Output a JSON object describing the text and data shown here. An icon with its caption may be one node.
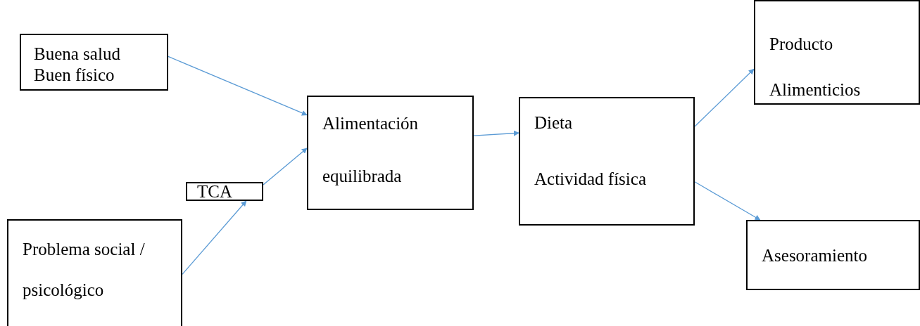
{
  "diagram": {
    "nodes": [
      {
        "text": [
          "Buena salud",
          "Buen físico"
        ]
      },
      {
        "text": [
          "TCA"
        ]
      },
      {
        "text": [
          "Problema social / psicológico"
        ]
      },
      {
        "text": [
          "Alimentación equilibrada"
        ]
      },
      {
        "text": [
          "Dieta",
          "Actividad física"
        ]
      },
      {
        "text": [
          "Producto Alimenticios"
        ]
      },
      {
        "text": [
          "Asesoramiento"
        ]
      }
    ],
    "edges": [
      {
        "from": 0,
        "to": 3,
        "arrow": "to"
      },
      {
        "from": 1,
        "to": 3,
        "arrow": "to"
      },
      {
        "from": 2,
        "to": 1,
        "arrow": "to"
      },
      {
        "from": 3,
        "to": 4,
        "arrow": "to"
      },
      {
        "from": 4,
        "to": 5,
        "arrow": "to"
      },
      {
        "from": 4,
        "to": 6,
        "arrow": "to"
      }
    ]
  }
}
